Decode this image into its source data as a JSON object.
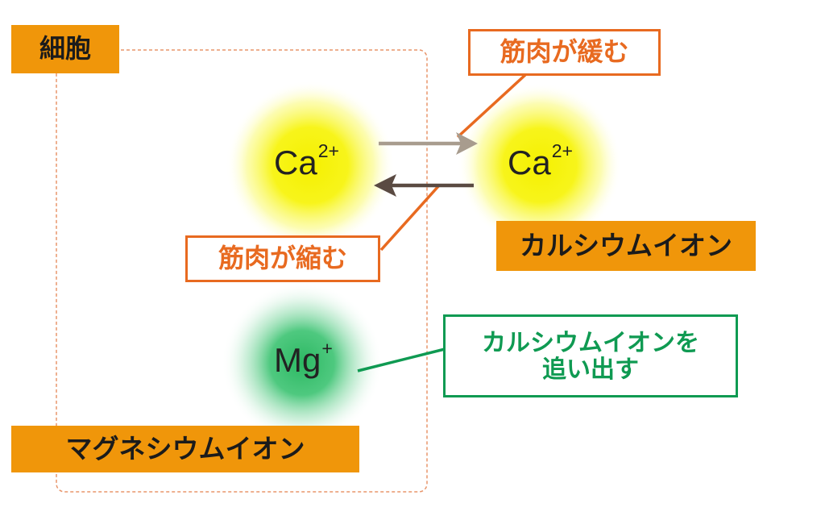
{
  "labels": {
    "cell": "細胞",
    "magnesium_ion": "マグネシウムイオン",
    "calcium_ion": "カルシウムイオン",
    "muscle_relaxes": "筋肉が緩む",
    "muscle_contracts": "筋肉が縮む",
    "expel_line1": "カルシウムイオンを",
    "expel_line2": "追い出す"
  },
  "ions": {
    "ca_inside_symbol": "Ca",
    "ca_inside_charge": "2+",
    "ca_outside_symbol": "Ca",
    "ca_outside_charge": "2+",
    "mg_symbol": "Mg",
    "mg_charge": "+"
  },
  "colors": {
    "label_bg": "#f0960a",
    "red_accent": "#e86a20",
    "green_accent": "#0f9a52",
    "glow_yellow": "#f7f70a",
    "glow_green": "#36c06a",
    "arrow_light": "#a89c8e",
    "arrow_dark": "#5a4a42",
    "cell_border": "#e8956b"
  }
}
